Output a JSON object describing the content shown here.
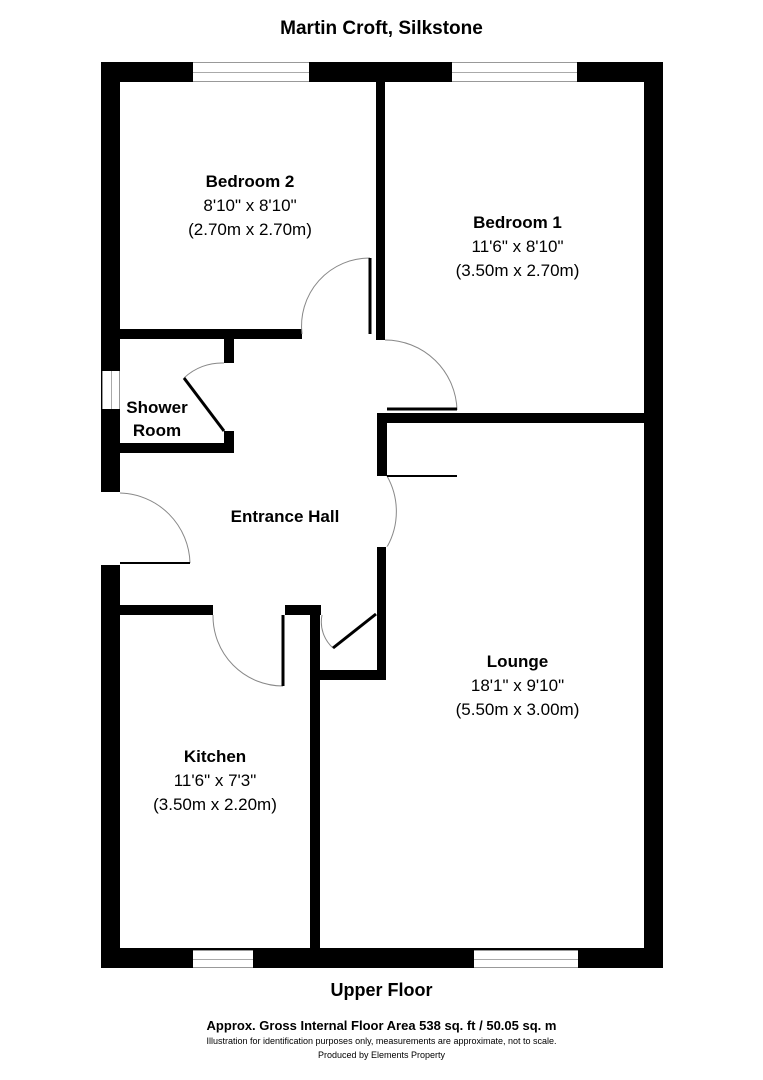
{
  "title": "Martin Croft, Silkstone",
  "floor": "Upper Floor",
  "rooms": [
    {
      "id": "bedroom-2",
      "name": "Bedroom 2",
      "imperial": "8'10\" x 8'10\"",
      "metric": "(2.70m x 2.70m)"
    },
    {
      "id": "bedroom-1",
      "name": "Bedroom 1",
      "imperial": "11'6\" x 8'10\"",
      "metric": "(3.50m x 2.70m)"
    },
    {
      "id": "shower-room",
      "name_line1": "Shower",
      "name_line2": "Room"
    },
    {
      "id": "entrance-hall",
      "name": "Entrance Hall"
    },
    {
      "id": "lounge",
      "name": "Lounge",
      "imperial": "18'1\" x 9'10\"",
      "metric": "(5.50m x 3.00m)"
    },
    {
      "id": "kitchen",
      "name": "Kitchen",
      "imperial": "11'6\" x 7'3\"",
      "metric": "(3.50m x 2.20m)"
    }
  ],
  "footer": {
    "area": "Approx. Gross Internal Floor Area 538 sq. ft / 50.05 sq. m",
    "disclaimer": "Illustration for identification purposes only, measurements are approximate, not to scale.",
    "produced_by": "Produced by Elements Property"
  },
  "colors": {
    "wall": "#000000",
    "background": "#ffffff",
    "door_arc": "#888888"
  }
}
